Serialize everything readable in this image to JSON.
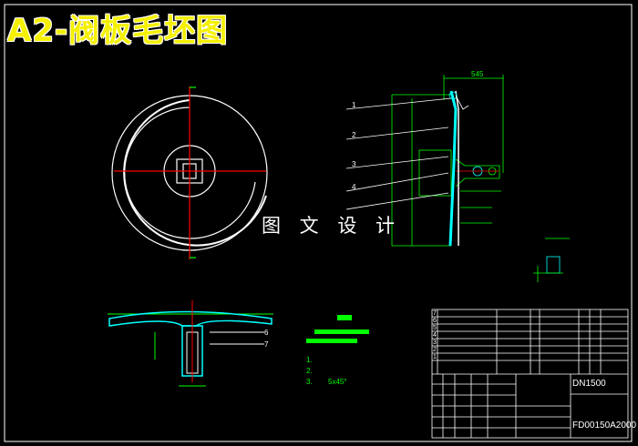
{
  "title": "A2-阀板毛坯图",
  "watermark": "图 文 设 计",
  "colors": {
    "background": "#000000",
    "frame": "#ffffff",
    "geometry": "#00ff00",
    "centerline": "#ff0000",
    "hatch": "#00ffff",
    "title": "#f5f000"
  },
  "side_view": {
    "overall_dimension": "545",
    "leader_labels": [
      "1",
      "2",
      "3",
      "4"
    ]
  },
  "section_view": {
    "leader_labels": [
      "6",
      "7"
    ]
  },
  "notes": {
    "items": [
      "1.",
      "2.",
      "3.",
      "5x45°"
    ]
  },
  "title_block": {
    "part_rows": [
      "7",
      "6",
      "5",
      "4",
      "3",
      "2",
      "1"
    ],
    "product": "DN1500",
    "drawing_number": "FD00150A2000"
  }
}
